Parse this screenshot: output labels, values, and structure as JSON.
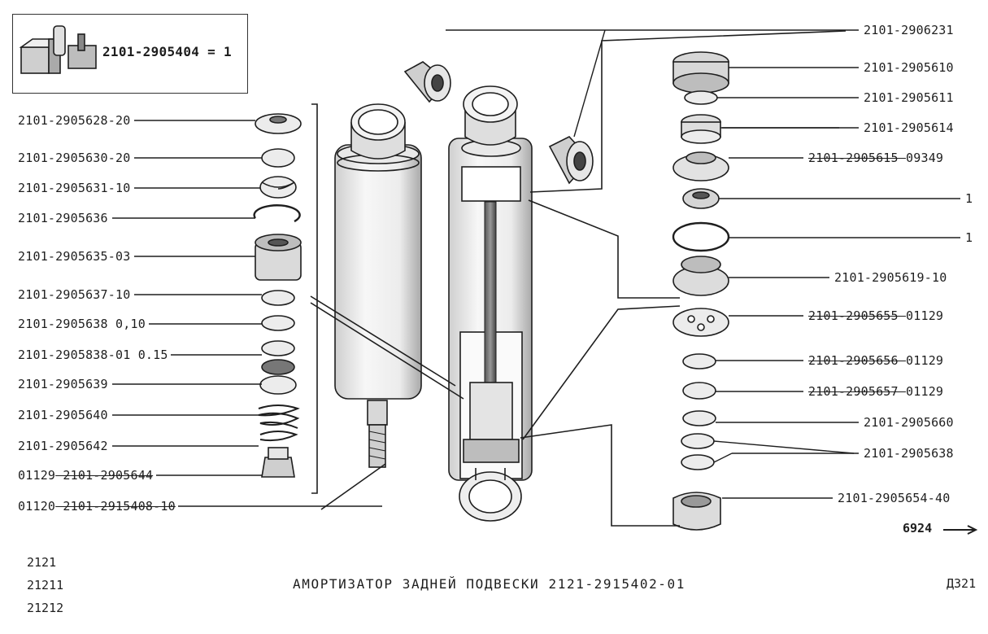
{
  "kit": {
    "label": "2101-2905404 = 1",
    "icon": "repair-kit-icon"
  },
  "left_labels": [
    {
      "text": "2101-2905628-20",
      "strike": false
    },
    {
      "text": "2101-2905630-20",
      "strike": false
    },
    {
      "text": "2101-2905631-10",
      "strike": false
    },
    {
      "text": "2101-2905636",
      "strike": false
    },
    {
      "text": "2101-2905635-03",
      "strike": false
    },
    {
      "text": "2101-2905637-10",
      "strike": false
    },
    {
      "text": "2101-2905638 0,10",
      "strike": false
    },
    {
      "text": "2101-2905838-01 0.15",
      "strike": false
    },
    {
      "text": "2101-2905639",
      "strike": false
    },
    {
      "text": "2101-2905640",
      "strike": false
    },
    {
      "text": "2101-2905642",
      "strike": false
    },
    {
      "text": "01129",
      "strike_text": "2101-2905644"
    },
    {
      "text": "01120",
      "strike_text": "2101-2915408-10"
    }
  ],
  "right_labels": [
    {
      "text": "2101-2906231"
    },
    {
      "text": "2101-2905610"
    },
    {
      "text": "2101-2905611"
    },
    {
      "text": "2101-2905614"
    },
    {
      "strike_text": "2101-2905615",
      "text": "09349"
    },
    {
      "text": "1"
    },
    {
      "text": "1"
    },
    {
      "text": "2101-2905619-10"
    },
    {
      "strike_text": "2101-2905655",
      "text": "01129"
    },
    {
      "strike_text": "2101-2905656",
      "text": "01129"
    },
    {
      "strike_text": "2101-2905657",
      "text": "01129"
    },
    {
      "text": "2101-2905660"
    },
    {
      "text": "2101-2905638"
    },
    {
      "text": "2101-2905654-40"
    }
  ],
  "figure_number": "6924",
  "models": [
    "2121",
    "21211",
    "21212"
  ],
  "title": "АМОРТИЗАТОР ЗАДНЕЙ ПОДВЕСКИ 2121-2915402-01",
  "sheet": "Д321",
  "colors": {
    "ink": "#1e1e1e",
    "paper": "#ffffff",
    "shade": "#bdbdbd"
  }
}
